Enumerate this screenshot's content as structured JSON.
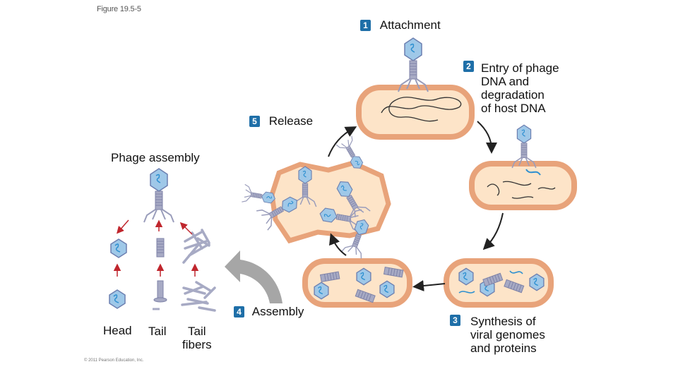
{
  "figure_label": "Figure 19.5-5",
  "copyright": "© 2011 Pearson Education, Inc.",
  "steps": {
    "s1": {
      "num": "1",
      "text": "Attachment"
    },
    "s2": {
      "num": "2",
      "line1": "Entry of phage",
      "line2": "DNA and",
      "line3": "degradation",
      "line4": "of host DNA"
    },
    "s3": {
      "num": "3",
      "line1": "Synthesis of",
      "line2": "viral genomes",
      "line3": "and proteins"
    },
    "s4": {
      "num": "4",
      "text": "Assembly"
    },
    "s5": {
      "num": "5",
      "text": "Release"
    }
  },
  "phage_assembly": {
    "title": "Phage assembly",
    "head": "Head",
    "tail": "Tail",
    "tail_fibers_1": "Tail",
    "tail_fibers_2": "fibers"
  },
  "colors": {
    "cell_membrane": "#e8a37a",
    "cell_fill": "#fde4c8",
    "phage_blue": "#9fc8e8",
    "phage_gray": "#a7aac4",
    "dna_blue": "#2c8fd0",
    "arrow_red": "#c0262d",
    "arrow_black": "#222222",
    "badge_blue": "#1f6fa8"
  }
}
